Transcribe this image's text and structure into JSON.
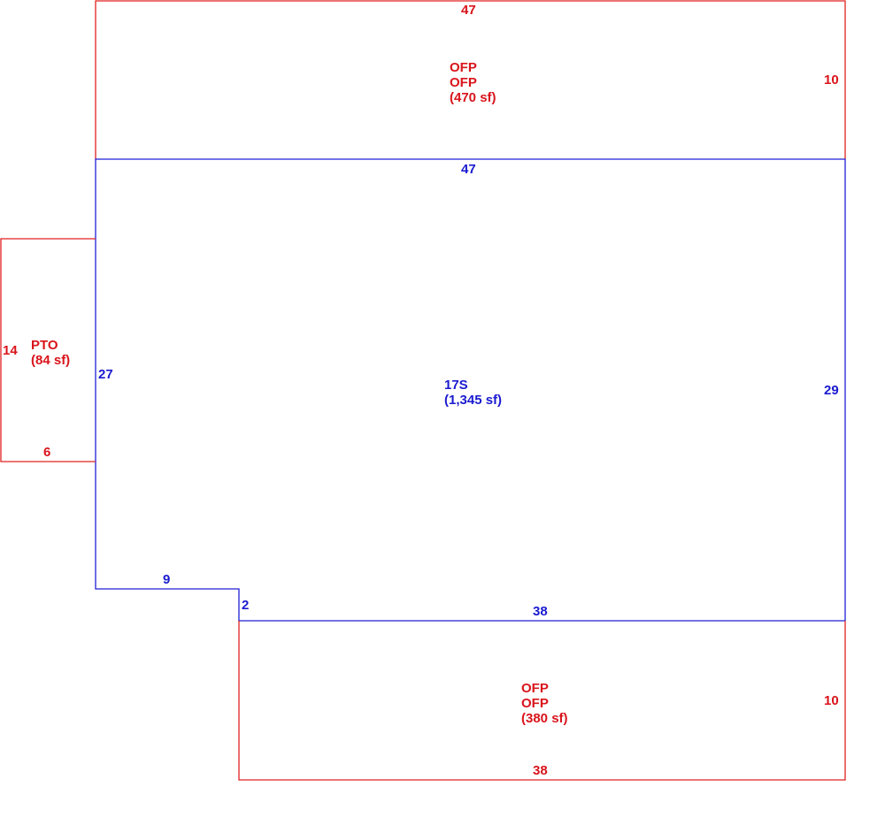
{
  "colors": {
    "outline_red": "#e02020",
    "outline_blue": "#1f1fd6",
    "text_red": "#d9141b",
    "text_blue": "#1a1ad0"
  },
  "top_porch": {
    "code1": "OFP",
    "code2": "OFP",
    "area": "(470 sf)",
    "dim_top": "47",
    "dim_right": "10"
  },
  "main_area": {
    "code": "17S",
    "area": "(1,345 sf)",
    "dim_top": "47",
    "dim_right": "29",
    "dim_left": "27",
    "dim_notch_horizontal": "9",
    "dim_notch_vertical": "2",
    "dim_bottom": "38"
  },
  "patio": {
    "code": "PTO",
    "area": "(84 sf)",
    "dim_left": "14",
    "dim_bottom": "6"
  },
  "bottom_porch": {
    "code1": "OFP",
    "code2": "OFP",
    "area": "(380 sf)",
    "dim_right": "10",
    "dim_bottom": "38"
  }
}
